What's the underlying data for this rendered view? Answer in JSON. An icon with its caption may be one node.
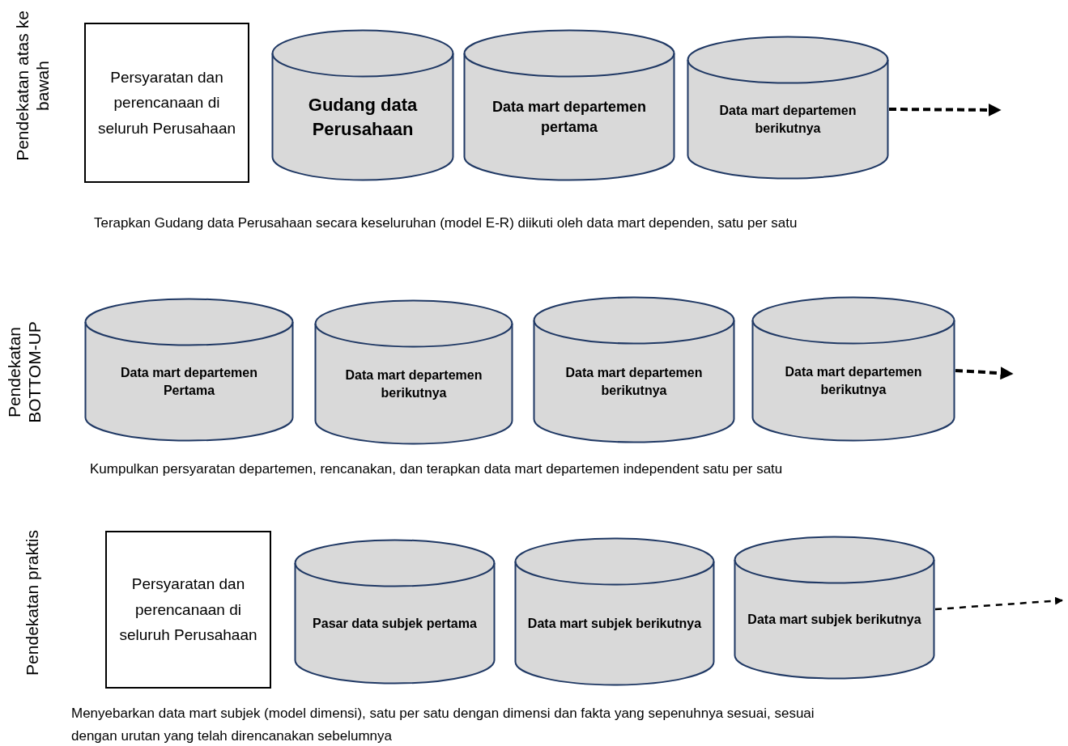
{
  "diagram": {
    "nodes": [
      {
        "text": [
          "Persyaratan dan perencanaan di seluruh Perusahaan"
        ]
      },
      {
        "text": [
          "Gudang data Perusahaan"
        ]
      },
      {
        "text": [
          "Data mart departemen pertama"
        ]
      },
      {
        "text": [
          "Data mart departemen berikutnya"
        ]
      },
      {
        "text": [
          "Data mart departemen Pertama"
        ]
      },
      {
        "text": [
          "Data mart departemen berikutnya"
        ]
      },
      {
        "text": [
          "Data mart departemen berikutnya"
        ]
      },
      {
        "text": [
          "Data mart departemen berikutnya"
        ]
      },
      {
        "text": [
          "Persyaratan dan perencanaan di seluruh Perusahaan"
        ]
      },
      {
        "text": [
          "Pasar data subjek pertama"
        ]
      },
      {
        "text": [
          "Data mart subjek berikutnya"
        ]
      },
      {
        "text": [
          "Data mart subjek berikutnya"
        ]
      }
    ],
    "edges": [
      {
        "from": 3,
        "to": null,
        "arrow": "to",
        "style": "dashed"
      },
      {
        "from": 7,
        "to": null,
        "arrow": "to",
        "style": "dashed"
      },
      {
        "from": 11,
        "to": null,
        "arrow": "to",
        "style": "dashed"
      }
    ],
    "labels": [
      "Pendekatan atas ke bawah",
      "Terapkan Gudang data Perusahaan secara keseluruhan (model E-R) diikuti oleh data mart dependen, satu per satu",
      "Pendekatan BOTTOM-UP",
      "Kumpulkan persyaratan departemen, rencanakan, dan terapkan data mart departemen independent satu per satu",
      "Pendekatan praktis",
      "Menyebarkan data mart subjek (model dimensi), satu per satu  dengan dimensi dan fakta yang sepenuhnya sesuai, sesuai dengan urutan yang telah direncanakan sebelumnya"
    ]
  }
}
